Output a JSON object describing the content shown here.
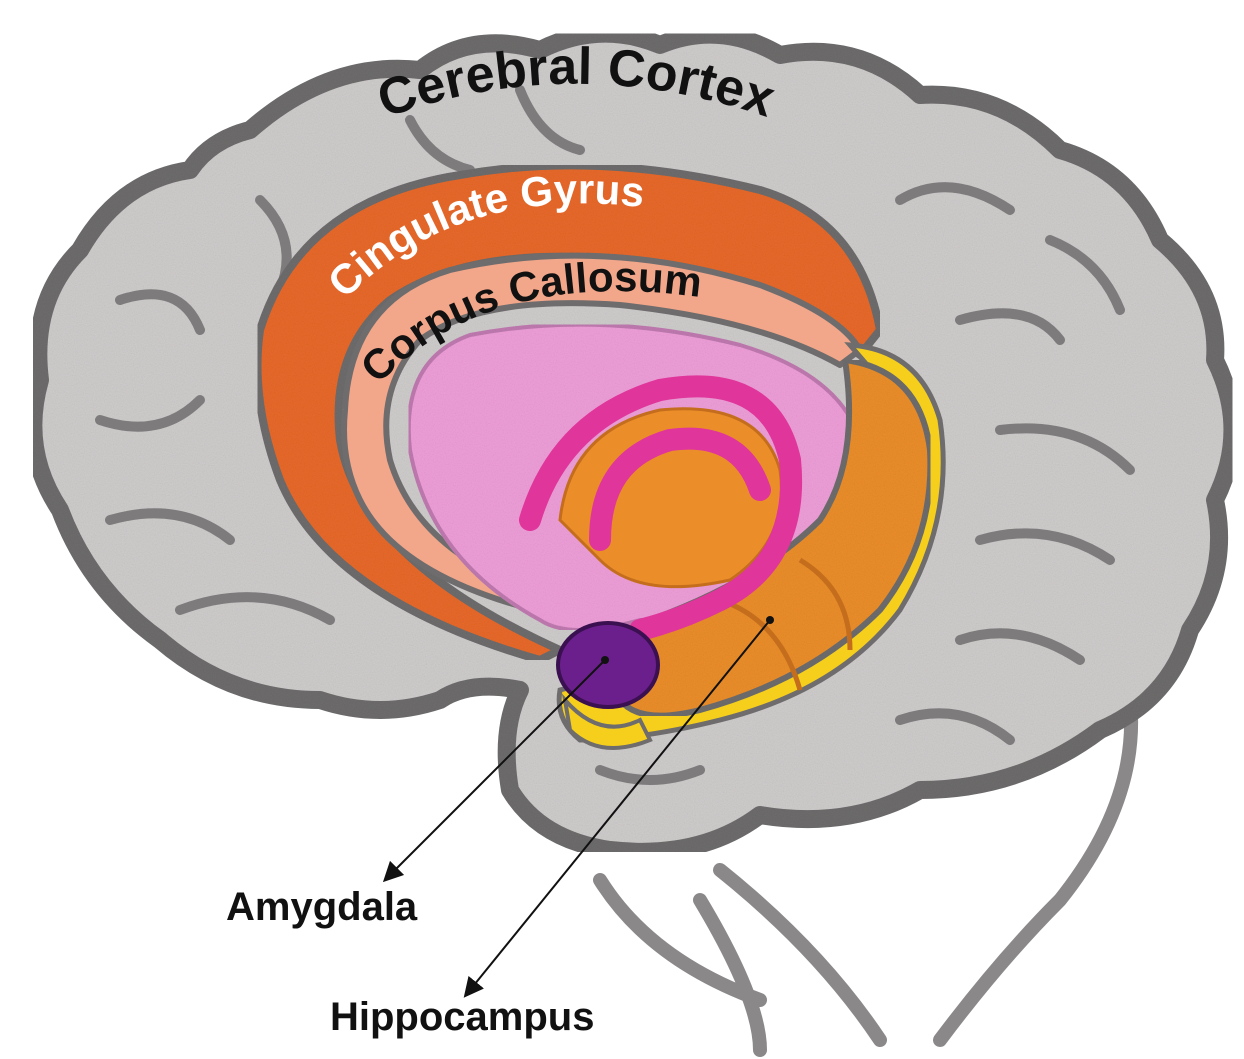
{
  "labels": {
    "cerebral_cortex": "Cerebral Cortex",
    "cingulate_gyrus": "Cingulate Gyrus",
    "corpus_callosum": "Corpus Callosum",
    "amygdala": "Amygdala",
    "hippocampus": "Hippocampus"
  },
  "colors": {
    "cortex_fill": "#cfcccc",
    "cortex_outline": "#6e6c6c",
    "cingulate": "#e8692a",
    "corpus_callosum": "#f2a68a",
    "inner_region": "#ee9ed8",
    "fornix": "#e0359a",
    "hippocampus": "#eb8e2a",
    "amygdala": "#6b1f8c",
    "yellow_rim": "#f6cf1c",
    "label_dark": "#111111",
    "label_light": "#ffffff"
  }
}
